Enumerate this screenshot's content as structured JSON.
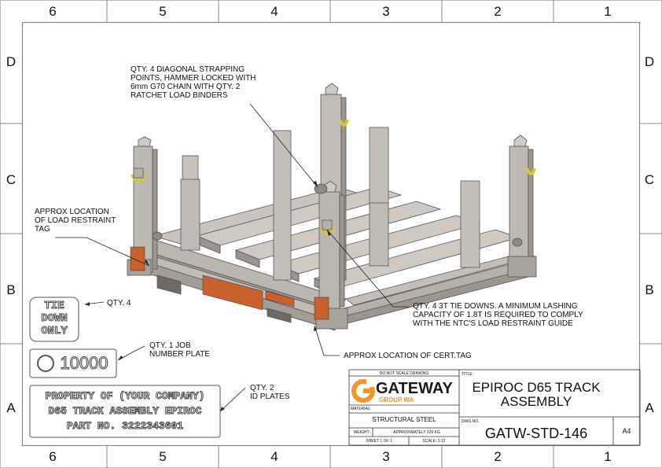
{
  "zones": {
    "columns": [
      "6",
      "5",
      "4",
      "3",
      "2",
      "1"
    ],
    "rows": [
      "D",
      "C",
      "B",
      "A"
    ]
  },
  "notes": {
    "strapping": "QTY. 4 DIAGONAL STRAPPING\nPOINTS, HAMMER LOCKED WITH\n6mm G70 CHAIN WITH QTY. 2\nRATCHET LOAD BINDERS",
    "restraint_tag": "APPROX LOCATION\nOF LOAD RESTRAINT\nTAG",
    "tie_downs": "QTY. 4 3T TIE DOWNS. A MINIMUM LASHING\nCAPACITY OF 1.8T IS REQUIRED TO COMPLY\nWITH THE NTC'S LOAD RESTRAINT GUIDE",
    "cert_tag": "APPROX LOCATION OF CERT.TAG",
    "qty4": "QTY. 4",
    "qty1": "QTY. 1 JOB\nNUMBER PLATE",
    "qty2": "QTY. 2\nID PLATES"
  },
  "plates": {
    "tie_down": [
      "TIE",
      "DOWN",
      "ONLY"
    ],
    "job_number": "10000",
    "id_plate": [
      "PROPERTY OF (YOUR COMPANY)",
      "D65 TRACK ASSEMBLY EPIROC",
      "PART NO. 3222343601"
    ]
  },
  "title_block": {
    "do_not_scale": "DO NOT SCALE DRAWING",
    "title_label": "TITLE:",
    "title": "EPIROC D65 TRACK\nASSEMBLY",
    "logo_name": "GATEWAY",
    "logo_sub": "GROUP WA",
    "material_label": "MATERIAL:",
    "material": "STRUCTURAL STEEL",
    "weight_label": "WEIGHT:",
    "weight": "APPROXIMATELY 320 KG",
    "dwg_no_label": "DWG NO.",
    "dwg_no": "GATW-STD-146",
    "size": "A4",
    "sheet": "SHEET 1 OF 1",
    "scale": "SCALE: 1:12"
  },
  "colors": {
    "steel": "#b9b3ad",
    "steel_dark": "#8d8782",
    "steel_light": "#d6d1cc",
    "tag_orange": "#c8612e",
    "shackle_yellow": "#d8c63a",
    "logo_orange": "#f0962b"
  }
}
